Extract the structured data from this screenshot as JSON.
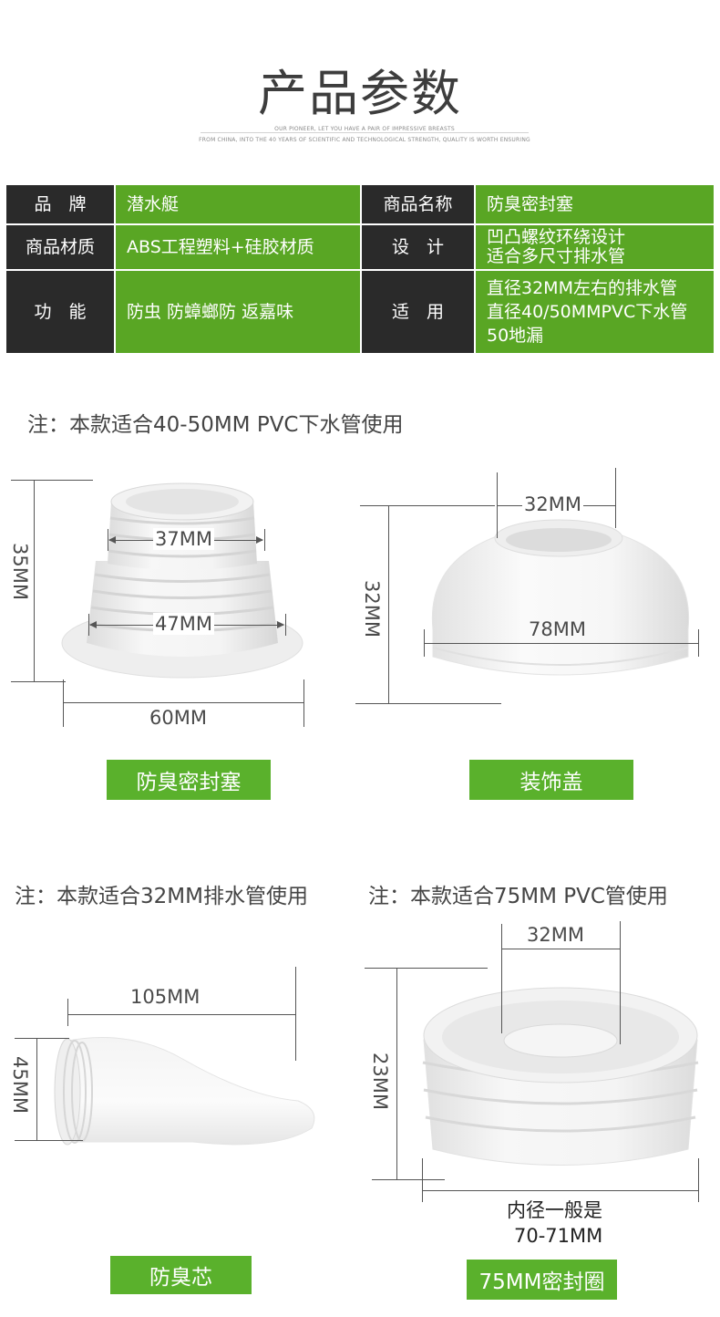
{
  "header": {
    "title": "产品参数",
    "subtitle_line1": "OUR PIONEER, LET YOU HAVE A PAIR OF IMPRESSIVE BREASTS",
    "subtitle_line2": "FROM CHINA, INTO THE 40 YEARS OF SCIENTIFIC AND TECHNOLOGICAL STRENGTH, QUALITY IS WORTH ENSURING"
  },
  "specs": {
    "row1": {
      "label1": "品　牌",
      "value1": "潜水艇",
      "label2": "商品名称",
      "value2": "防臭密封塞"
    },
    "row2": {
      "label1": "商品材质",
      "value1": "ABS工程塑料+硅胶材质",
      "label2": "设　计",
      "value2_line1": "凹凸螺纹环绕设计",
      "value2_line2": "适合多尺寸排水管"
    },
    "row3": {
      "label1": "功　能",
      "value1": "防虫 防蟑螂防 返嘉味",
      "label2": "适　用",
      "value2_line1": "直径32MM左右的排水管",
      "value2_line2": "直径40/50MMPVC下水管",
      "value2_line3": "50地漏"
    }
  },
  "notes": {
    "note1": "注：本款适合40-50MM  PVC下水管使用",
    "note2": "注：本款适合32MM排水管使用",
    "note3": "注：本款适合75MM  PVC管使用"
  },
  "products": {
    "seal_plug": {
      "label": "防臭密封塞",
      "height": "35MM",
      "top_diameter": "37MM",
      "mid_diameter": "47MM",
      "base_diameter": "60MM"
    },
    "cover": {
      "label": "装饰盖",
      "hole": "32MM",
      "height": "32MM",
      "diameter": "78MM"
    },
    "core": {
      "label": "防臭芯",
      "length": "105MM",
      "height": "45MM"
    },
    "ring": {
      "label": "75MM密封圈",
      "hole": "32MM",
      "height": "23MM",
      "inner_note_line1": "内径一般是",
      "inner_note_line2": "70-71MM"
    }
  },
  "colors": {
    "green": "#59a624",
    "dark": "#2a2a2a",
    "label_green": "#5ab12c"
  }
}
